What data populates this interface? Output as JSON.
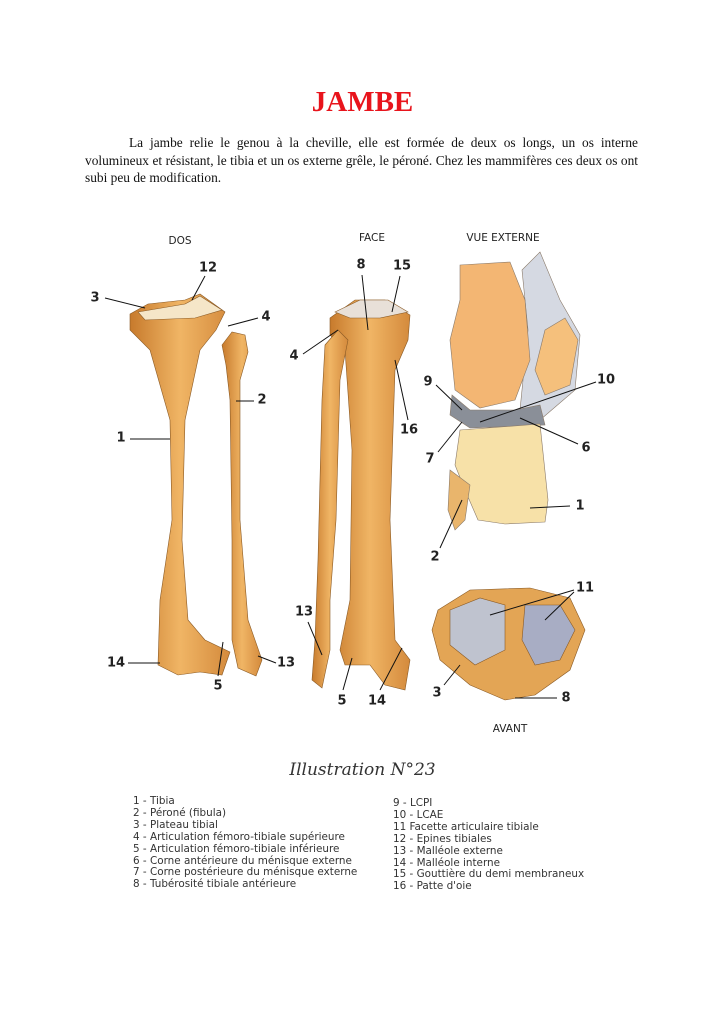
{
  "title": "JAMBE",
  "paragraph": "La jambe relie le genou à la cheville, elle est formée de deux os longs, un os interne volumineux et résistant, le tibia et un os externe grêle, le péroné. Chez les mammifères ces deux os ont subi peu de modification.",
  "figure": {
    "headers": {
      "dos": "DOS",
      "face": "FACE",
      "vue_externe": "VUE EXTERNE",
      "avant": "AVANT"
    },
    "labels": {
      "dos": [
        "3",
        "12",
        "4",
        "2",
        "1",
        "14",
        "5",
        "13"
      ],
      "face": [
        "8",
        "15",
        "4",
        "16",
        "13",
        "5",
        "14"
      ],
      "vue": [
        "9",
        "10",
        "7",
        "6",
        "1",
        "2"
      ],
      "avant": [
        "11",
        "3",
        "8"
      ]
    },
    "caption": "Illustration N°23",
    "legend_left": [
      "1 - Tibia",
      "2 - Péroné (fibula)",
      "3 - Plateau tibial",
      "4 - Articulation fémoro-tibiale supérieure",
      "5 - Articulation fémoro-tibiale inférieure",
      "6 - Corne antérieure du ménisque externe",
      "7 - Corne postérieure du ménisque externe",
      "8 - Tubérosité tibiale antérieure"
    ],
    "legend_right": [
      "9 - LCPI",
      "10 - LCAE",
      "11 Facette articulaire tibiale",
      "12 - Epines tibiales",
      "13 - Malléole externe",
      "14 - Malléole interne",
      "15 - Gouttière du demi membraneux",
      "16 - Patte d'oie"
    ]
  },
  "colors": {
    "title": "#e8141c",
    "bone": "#e0a050",
    "bone_light": "#f3cf8a",
    "cartilage": "#b8bfd2",
    "femur": "#f0b070"
  }
}
